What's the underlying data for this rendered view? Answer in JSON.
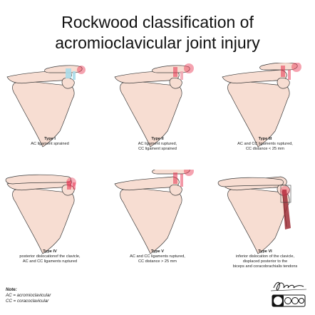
{
  "title": {
    "line1": "Rockwood classification of",
    "line2": "acromioclavicular joint injury"
  },
  "panels": [
    {
      "type": "Type I",
      "desc": [
        "AC ligament sprained"
      ]
    },
    {
      "type": "Type II",
      "desc": [
        "AC ligament ruptured,",
        "CC ligament sprained"
      ]
    },
    {
      "type": "Type III",
      "desc": [
        "AC and CC ligaments ruptured,",
        "CC distance < 25 mm"
      ]
    },
    {
      "type": "Type IV",
      "desc": [
        "posterior dislocationof the clavicle,",
        "AC and CC ligaments ruptured"
      ]
    },
    {
      "type": "Type V",
      "desc": [
        "AC and CC ligaments ruptured,",
        "CC distance > 25 mm"
      ]
    },
    {
      "type": "Type VI",
      "desc": [
        "inferior dislocation of the clavicle,",
        "displaced posterior to the",
        "biceps and coracobrachialis tendons"
      ]
    }
  ],
  "note": {
    "heading": "Note:",
    "lines": [
      "AC = acromioclavicular",
      "CC = coracoclavicular"
    ]
  },
  "colors": {
    "bone_fill": "#f7ddd2",
    "bone_stroke": "#3a3a3a",
    "sprain": "#a8dbe9",
    "injury": "#e8324f",
    "muscle": "#9e2d36"
  },
  "icons": [
    "signature-icon",
    "creative-commons-icon"
  ]
}
